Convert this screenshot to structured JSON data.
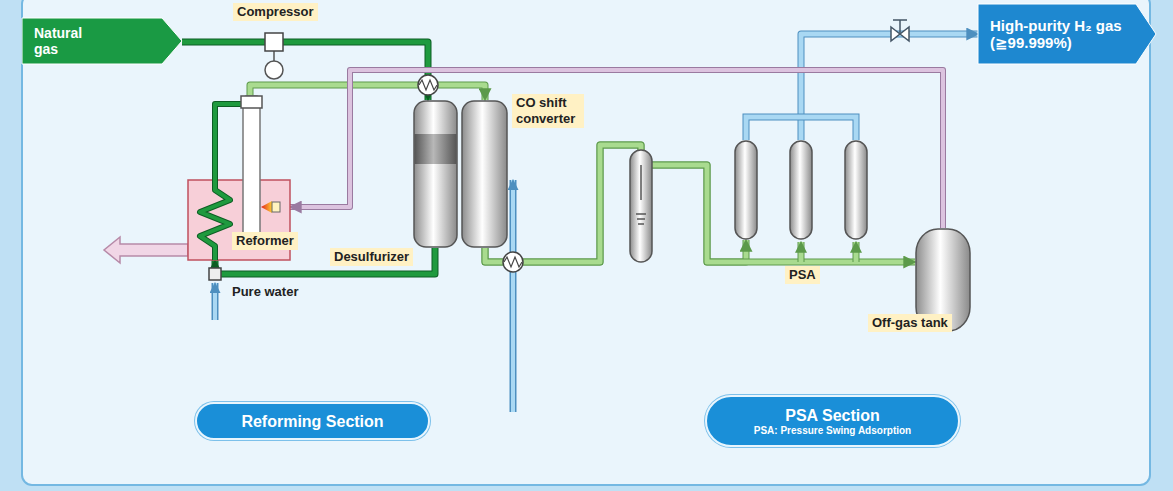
{
  "diagram": {
    "nodes": [
      {
        "text": [
          "Natural gas"
        ]
      },
      {
        "text": [
          "Compressor"
        ]
      },
      {
        "text": [
          "Reformer"
        ]
      },
      {
        "text": [
          "Desulfurizer"
        ]
      },
      {
        "text": [
          "CO shift converter"
        ]
      },
      {
        "text": [
          "PSA"
        ]
      },
      {
        "text": [
          "Off-gas tank"
        ]
      },
      {
        "text": [
          "High-purity H₂ gas (≧99.999%)"
        ]
      },
      {
        "text": [
          "Reforming Section"
        ]
      },
      {
        "text": [
          "PSA Section",
          "PSA: Pressure Swing Adsorption"
        ]
      }
    ],
    "edges": [
      {
        "from": 0,
        "to": 1,
        "arrow": "none"
      },
      {
        "from": 1,
        "to": 3,
        "arrow": "to"
      },
      {
        "from": 3,
        "to": 2,
        "arrow": "to"
      },
      {
        "from": 2,
        "to": 4,
        "arrow": "to"
      },
      {
        "from": 4,
        "to": 5,
        "arrow": "to"
      },
      {
        "from": 4,
        "to": 6,
        "arrow": "to"
      },
      {
        "from": 5,
        "to": 7,
        "arrow": "to"
      },
      {
        "from": 6,
        "to": 2,
        "arrow": "to"
      }
    ],
    "labels": [
      "Pure water"
    ]
  }
}
